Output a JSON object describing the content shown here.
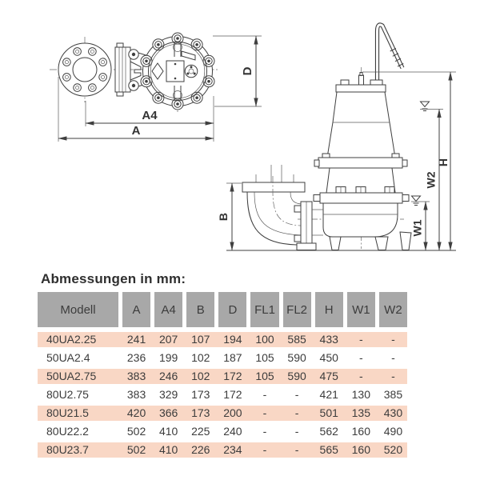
{
  "title": "Abmessungen in mm:",
  "drawings": {
    "top_view": {
      "labels": {
        "a": "A",
        "a4": "A4",
        "d": "D"
      }
    },
    "side_view": {
      "labels": {
        "b": "B",
        "w1": "W1",
        "w2": "W2",
        "h": "H"
      }
    }
  },
  "table": {
    "columns": [
      "Modell",
      "A",
      "A4",
      "B",
      "D",
      "FL1",
      "FL2",
      "H",
      "W1",
      "W2"
    ],
    "rows": [
      [
        "40UA2.25",
        "241",
        "207",
        "107",
        "194",
        "100",
        "585",
        "433",
        "-",
        "-"
      ],
      [
        "50UA2.4",
        "236",
        "199",
        "102",
        "187",
        "105",
        "590",
        "450",
        "-",
        "-"
      ],
      [
        "50UA2.75",
        "383",
        "246",
        "102",
        "172",
        "105",
        "590",
        "475",
        "-",
        "-"
      ],
      [
        "80U2.75",
        "383",
        "329",
        "173",
        "172",
        "-",
        "-",
        "421",
        "130",
        "385"
      ],
      [
        "80U21.5",
        "420",
        "366",
        "173",
        "200",
        "-",
        "-",
        "501",
        "135",
        "430"
      ],
      [
        "80U22.2",
        "502",
        "410",
        "225",
        "240",
        "-",
        "-",
        "562",
        "160",
        "490"
      ],
      [
        "80U23.7",
        "502",
        "410",
        "226",
        "234",
        "-",
        "-",
        "565",
        "160",
        "520"
      ]
    ]
  },
  "colors": {
    "header_bg": "#a8a8a8",
    "row_alt_bg": "#f9d7c5",
    "text": "#3c3c3c",
    "line": "#3f3f3f",
    "background": "#ffffff"
  }
}
